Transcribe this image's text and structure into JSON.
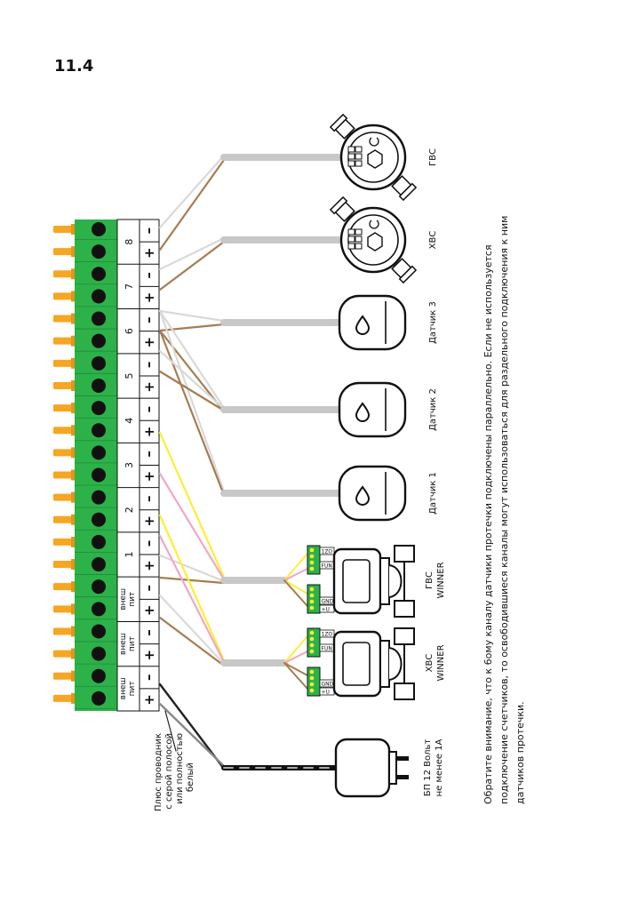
{
  "section": "11.4",
  "terminal": {
    "channels": [
      {
        "label": "внеш пит",
        "l1": "внеш",
        "l2": "пит"
      },
      {
        "label": "внеш пит",
        "l1": "внеш",
        "l2": "пит"
      },
      {
        "label": "внеш пит",
        "l1": "внеш",
        "l2": "пит"
      },
      {
        "label": "1"
      },
      {
        "label": "2"
      },
      {
        "label": "3"
      },
      {
        "label": "4"
      },
      {
        "label": "5"
      },
      {
        "label": "6"
      },
      {
        "label": "7"
      },
      {
        "label": "8"
      }
    ],
    "plus": "+",
    "minus": "–"
  },
  "devices": {
    "gvs_meter": "ГВС",
    "hvs_meter": "ХВС",
    "sensor1": "Датчик 1",
    "sensor2": "Датчик 2",
    "sensor3": "Датчик 3",
    "gvs_winner_1": "ГВС",
    "gvs_winner_2": "WINNER",
    "hvs_winner_1": "ХВС",
    "hvs_winner_2": "WINNER",
    "psu_line1": "БП 12 Вольт",
    "psu_line2": "не менее 1А"
  },
  "winner_pins": {
    "top": [
      "1ZO",
      "FUN"
    ],
    "bottom": [
      "GND",
      "+U"
    ]
  },
  "plus_wire_note": [
    "Плюс проводник",
    "с серой полосой",
    "или полностью",
    "белый"
  ],
  "note": [
    "Обратите внимание, что к 6ому каналу датчики протечки подключены параллельно. Если не используется",
    "подключение счетчиков, то освободившиеся каналы могут использоваться для раздельного подключения к ним",
    "датчиков протечки."
  ],
  "colors": {
    "terminal_green": "#2db24a",
    "pin_orange": "#f5a623",
    "wire_brown": "#a67c52",
    "wire_gray": "#d9d9d9",
    "wire_yellow": "#ffee33",
    "wire_pink": "#f0a8c8",
    "cable_gray": "#c8c8c8"
  }
}
